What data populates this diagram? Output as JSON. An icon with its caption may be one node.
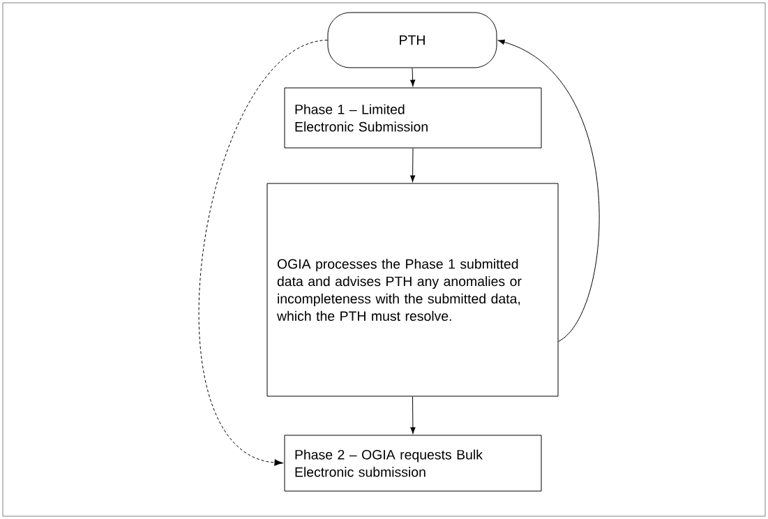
{
  "diagram": {
    "nodes": [
      {
        "text": [
          "PTH"
        ]
      },
      {
        "text": [
          "Phase 1 – Limited Electronic Submission"
        ]
      },
      {
        "text": [
          "OGIA processes the Phase 1 submitted data and advises PTH any anomalies or incompleteness with the submitted data, which the PTH must resolve."
        ]
      },
      {
        "text": [
          "Phase 2 – OGIA requests Bulk Electronic submission"
        ]
      }
    ],
    "edges": [
      {
        "from": 0,
        "to": 1,
        "arrow": "to"
      },
      {
        "from": 1,
        "to": 2,
        "arrow": "to"
      },
      {
        "from": 2,
        "to": 3,
        "arrow": "to"
      },
      {
        "from": 2,
        "to": 0,
        "arrow": "to"
      },
      {
        "from": 0,
        "to": 3,
        "arrow": "to",
        "style": "dashed"
      }
    ]
  }
}
